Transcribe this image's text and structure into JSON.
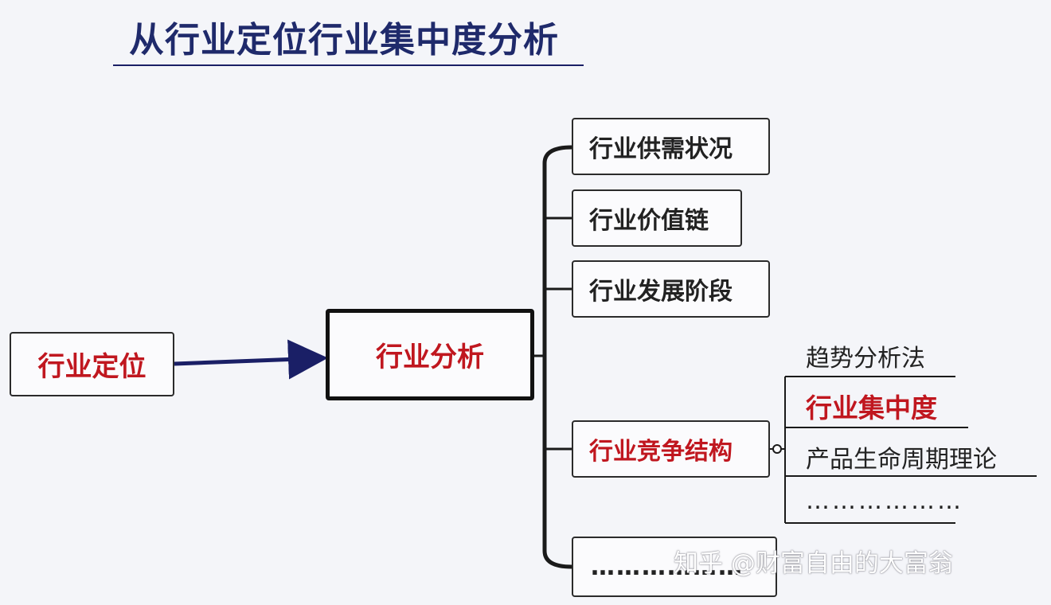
{
  "title": "从行业定位行业集中度分析",
  "origin_node": "行业定位",
  "center_node": "行业分析",
  "children": [
    "行业供需状况",
    "行业价值链",
    "行业发展阶段",
    "行业竞争结构",
    "………………"
  ],
  "sub_items": [
    "趋势分析法",
    "行业集中度",
    "产品生命周期理论",
    "………………"
  ],
  "watermark": "知乎 @财富自由的大富翁",
  "colors": {
    "title": "#1f2a6b",
    "highlight_text": "#c0171f",
    "arrow": "#1a1f66",
    "lines": "#1a1a1a",
    "background": "#f4f5f9"
  }
}
